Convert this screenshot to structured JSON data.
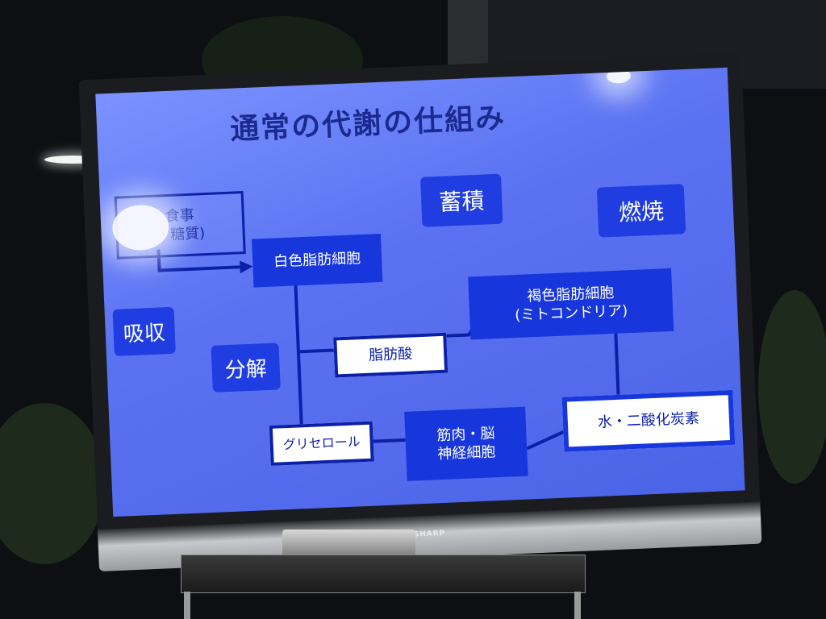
{
  "scene": {
    "tv_brand": "SHARP"
  },
  "slide": {
    "title": "通常の代謝の仕組み",
    "nodes": {
      "meal": "食事\n・糖質)",
      "white_fat": "白色脂肪細胞",
      "brown_fat_line1": "褐色脂肪細胞",
      "brown_fat_line2": "(ミトコンドリア)",
      "fatty_acid": "脂肪酸",
      "glycerol": "グリセロール",
      "muscle_line1": "筋肉・脳",
      "muscle_line2": "神経細胞",
      "water_co2": "水・二酸化炭素"
    },
    "callouts": {
      "storage": "蓄積",
      "combustion": "燃焼",
      "absorption": "吸収",
      "decomposition": "分解"
    },
    "colors": {
      "screen": "#5b73f2",
      "node_fill": "#1736dc",
      "node_outline": "#0b1fa8",
      "title": "#1b2a8f"
    }
  }
}
